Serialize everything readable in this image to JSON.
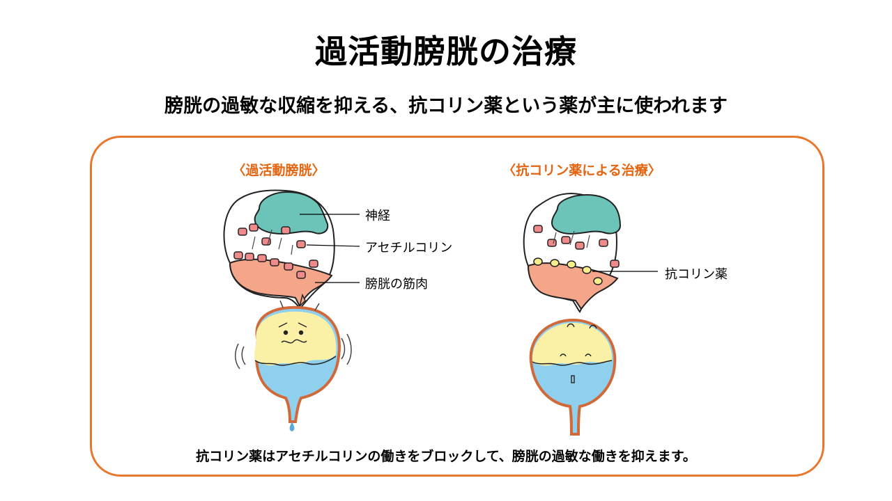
{
  "title": "過活動膀胱の治療",
  "subtitle": "膀胱の過敏な収縮を抑える、抗コリン薬という薬が主に使われます",
  "panels": {
    "left": {
      "heading": "〈過活動膀胱〉",
      "labels": {
        "nerve": "神経",
        "acetylcholine": "アセチルコリン",
        "muscle": "膀胱の筋肉"
      }
    },
    "right": {
      "heading": "〈抗コリン薬による治療〉",
      "labels": {
        "drug": "抗コリン薬"
      }
    }
  },
  "caption": "抗コリン薬はアセチルコリンの働きをブロックして、膀胱の過敏な働きを抑えます。",
  "colors": {
    "accent": "#e8772e",
    "heading": "#e5640f",
    "nerve": "#6cc4b8",
    "muscle": "#f4a58a",
    "acetylcholine": "#f08a8a",
    "drug": "#f6ee8c",
    "urine": "#8fd0ef",
    "bladder_fill": "#fbf1a6"
  }
}
